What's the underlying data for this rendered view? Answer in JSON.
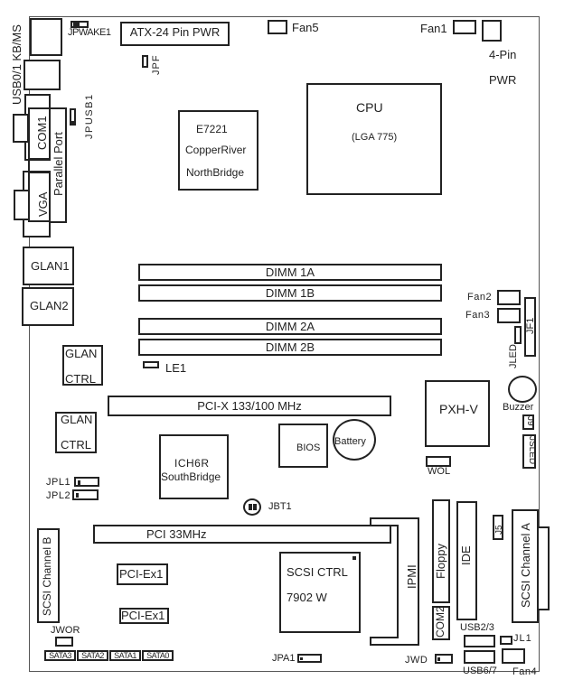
{
  "title": "Motherboard Layout Diagram",
  "top": {
    "jpwake1": "JPWAKE1",
    "atx_power": "ATX-24 Pin PWR",
    "jpf": "JPF",
    "fan5": "Fan5",
    "fan1": "Fan1",
    "pwr4_line1": "4-Pin",
    "pwr4_line2": "PWR"
  },
  "rear_io": {
    "usb_kbms": "USB0/1 KB/MS",
    "com1": "COM1",
    "parallel": "Parallel Port",
    "vga": "VGA",
    "jpusb1": "JPUSB1",
    "glan1": "GLAN1",
    "glan2": "GLAN2"
  },
  "chips": {
    "northbridge": [
      "E7221",
      "CopperRiver",
      "NorthBridge"
    ],
    "cpu": [
      "CPU",
      "(LGA 775)"
    ],
    "glan_ctrl_1": [
      "GLAN",
      "CTRL"
    ],
    "glan_ctrl_2": [
      "GLAN",
      "CTRL"
    ],
    "southbridge": [
      "ICH6R",
      "SouthBridge"
    ],
    "bios": "BIOS",
    "battery": "Battery",
    "pxh": "PXH-V",
    "scsi_ctrl": [
      "SCSI CTRL",
      "7902 W"
    ]
  },
  "memory": {
    "dimms": [
      "DIMM 1A",
      "DIMM 1B",
      "DIMM 2A",
      "DIMM 2B"
    ],
    "le1": "LE1"
  },
  "slots": {
    "pcix": "PCI-X 133/100 MHz",
    "pci33": "PCI 33MHz",
    "pcie1": "PCI-Ex1",
    "pcie2": "PCI-Ex1"
  },
  "right_side": {
    "fan2": "Fan2",
    "fan3": "Fan3",
    "jf1": "JF1",
    "jled": "JLED",
    "buzzer": "Buzzer",
    "j9": "J9",
    "jsled": "JSLED",
    "wol": "WOL"
  },
  "lower": {
    "jpl1": "JPL1",
    "jpl2": "JPL2",
    "jbt1": "JBT1",
    "scsi_b": "SCSI Channel B",
    "scsi_a": "SCSI Channel A",
    "ipmi": "IPMI",
    "floppy": "Floppy",
    "ide": "IDE",
    "j5": "J5",
    "com2": "COM2",
    "usb23": "USB2/3",
    "usb67": "USB6/7",
    "jl1": "JL1",
    "fan4": "Fan4",
    "jwd": "JWD",
    "jpa1": "JPA1",
    "jwor": "JWOR",
    "sata": [
      "SATA3",
      "SATA2",
      "SATA1",
      "SATA0"
    ]
  }
}
